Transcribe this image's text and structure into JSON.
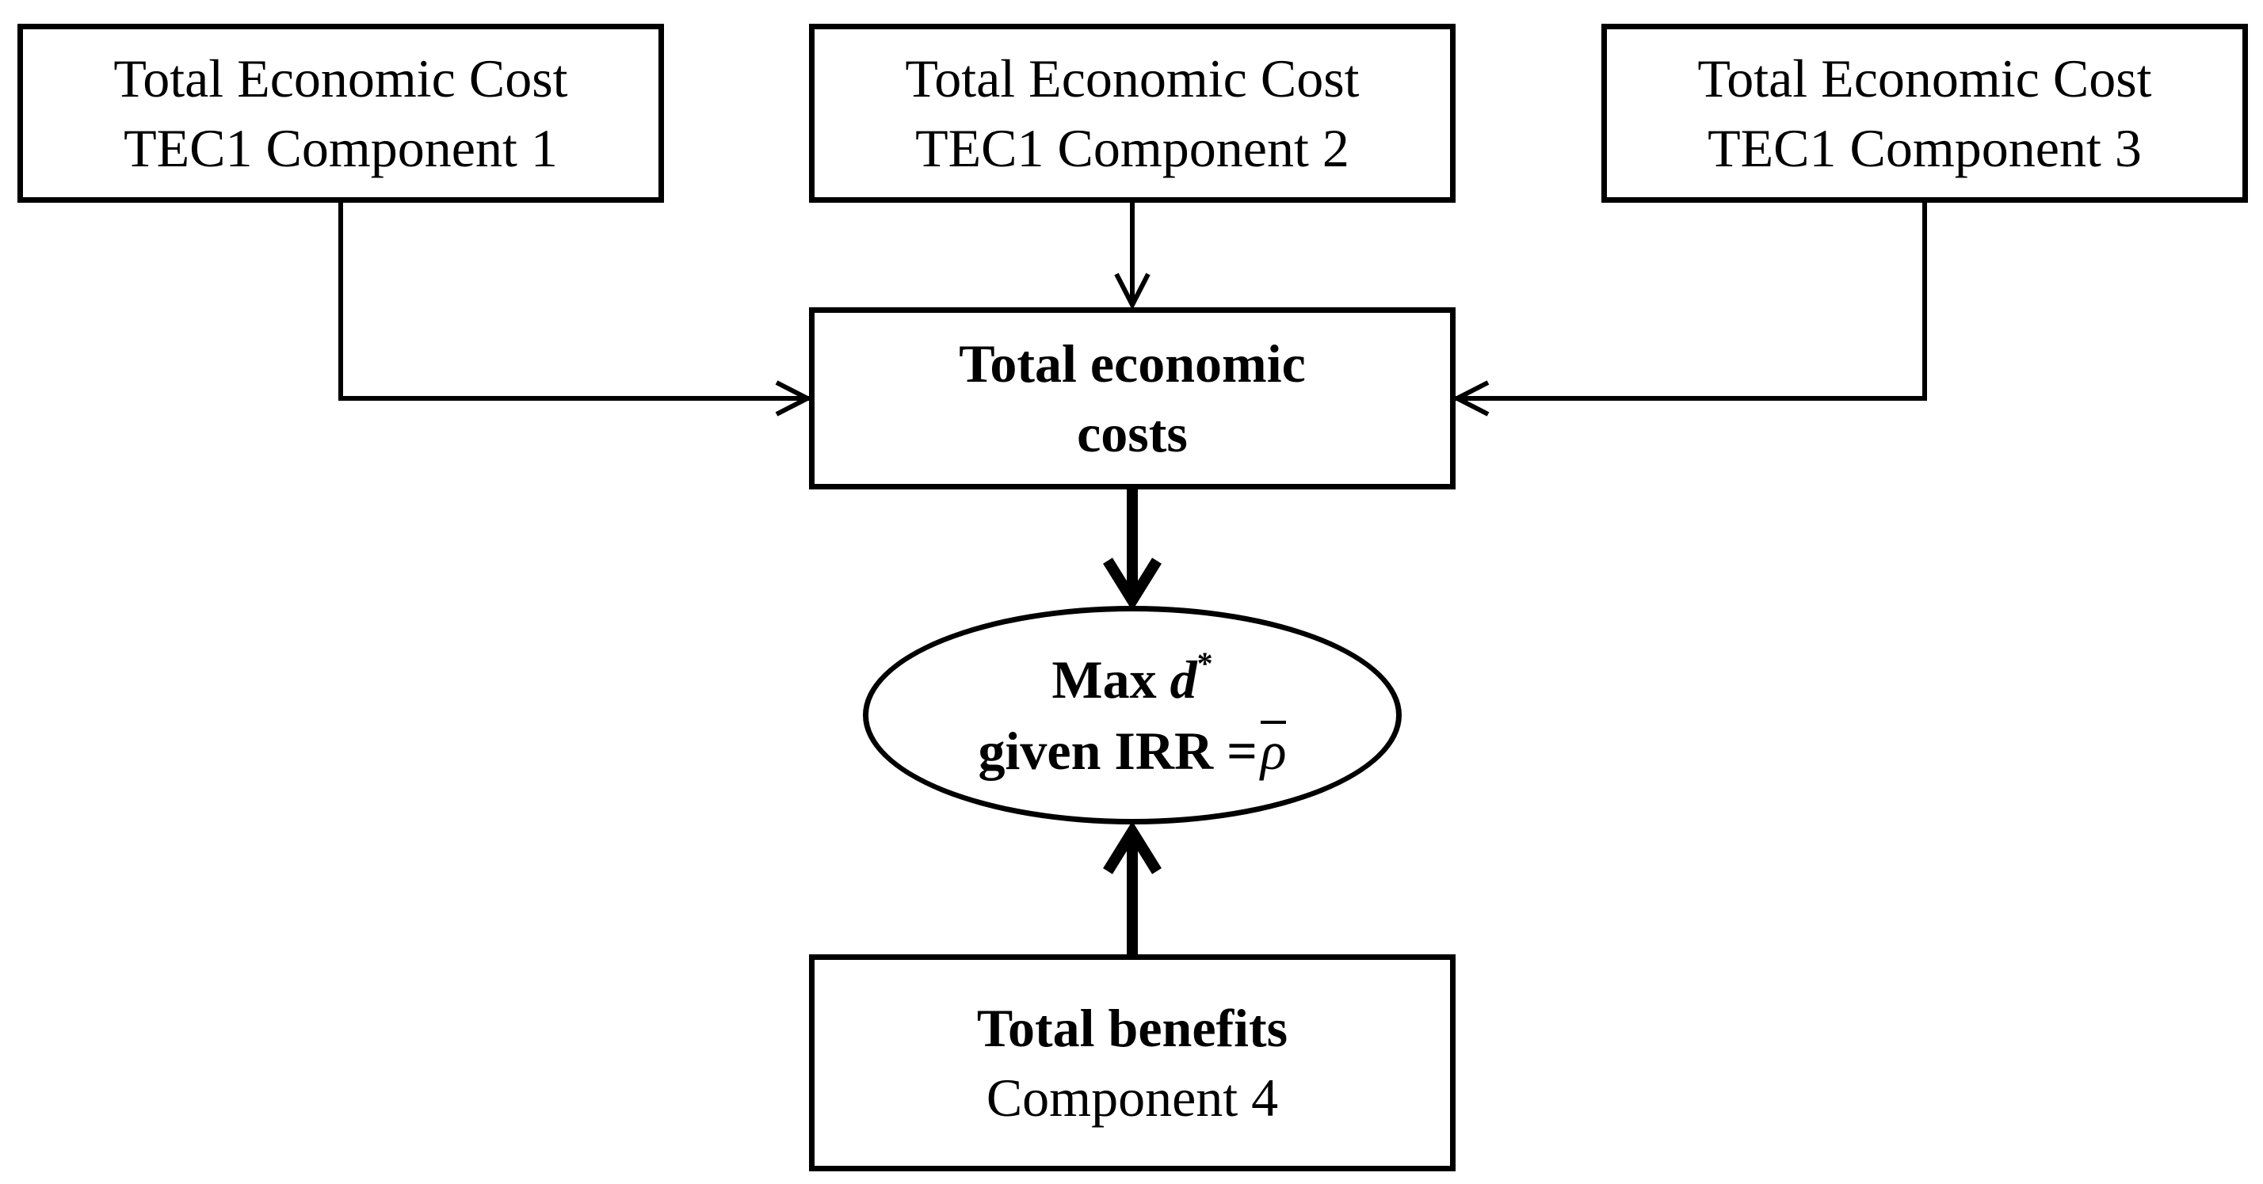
{
  "components": [
    {
      "line1": "Total Economic Cost",
      "line2": "TEC1 Component 1"
    },
    {
      "line1": "Total Economic Cost",
      "line2": "TEC1 Component 2"
    },
    {
      "line1": "Total Economic Cost",
      "line2": "TEC1 Component 3"
    }
  ],
  "total_costs": {
    "line1": "Total economic",
    "line2": "costs"
  },
  "objective": {
    "max_label": "Max",
    "variable": "d",
    "superscript": "*",
    "given_label": "given IRR =",
    "symbol": "ρ"
  },
  "total_benefits": {
    "title": "Total benefits",
    "subtitle": "Component 4"
  }
}
